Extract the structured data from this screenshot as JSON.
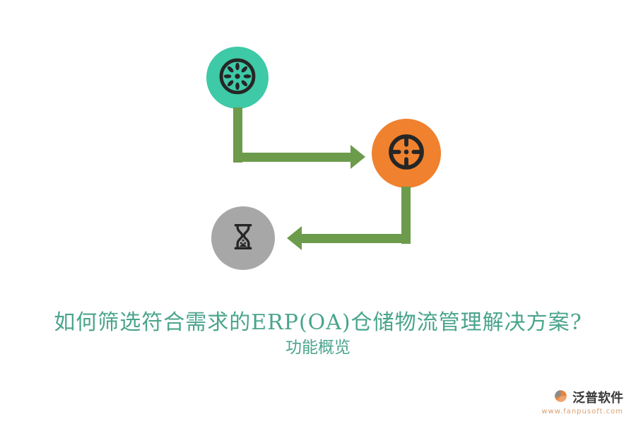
{
  "title": {
    "line1": "如何筛选符合需求的ERP(OA)仓储物流管理解决方案?",
    "line2": "功能概览",
    "color": "#4AA48C"
  },
  "flow": {
    "arrow_color": "#6C9B4B",
    "nodes": [
      {
        "name": "kiwi-node",
        "icon": "kiwi-slice-icon",
        "color": "#3EC9A7"
      },
      {
        "name": "target-node",
        "icon": "target-icon",
        "color": "#F0812F"
      },
      {
        "name": "hourglass-node",
        "icon": "hourglass-icon",
        "color": "#A7A7A7"
      }
    ],
    "sequence": [
      "kiwi-node",
      "target-node",
      "hourglass-node"
    ]
  },
  "branding": {
    "company": "泛普软件",
    "website": "www.fanpusoft.com",
    "accent_orange": "#E8833A",
    "accent_gray": "#8B8B8B"
  }
}
